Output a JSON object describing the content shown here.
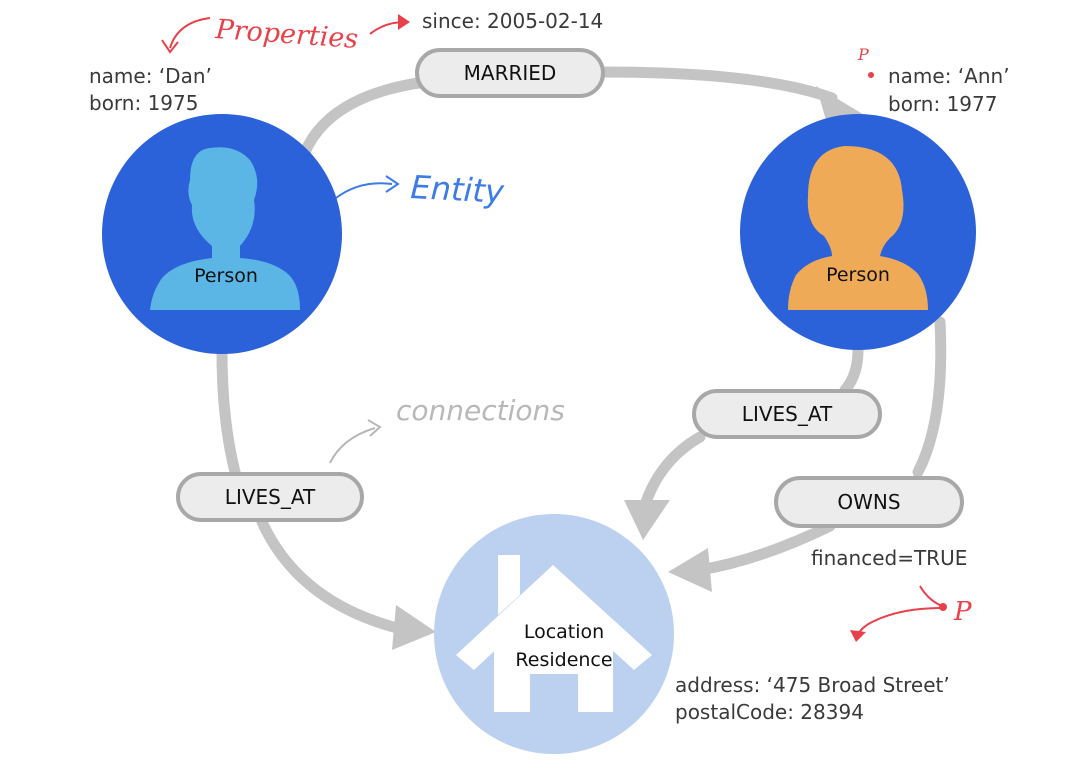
{
  "annotations": {
    "properties": "Properties",
    "entity": "Entity",
    "connections": "connections",
    "p_top": "P",
    "p_bottom": "P"
  },
  "nodes": {
    "dan": {
      "label": "Person",
      "props": [
        "name: ‘Dan’",
        "born: 1975"
      ],
      "fill": "#2c62d9",
      "figure": "#5bb6e6"
    },
    "ann": {
      "label": "Person",
      "props": [
        "name: ‘Ann’",
        "born: 1977"
      ],
      "fill": "#2c62d9",
      "figure": "#efaa57"
    },
    "residence": {
      "label_line1": "Location",
      "label_line2": "Residence",
      "props": [
        "address: ‘475 Broad Street’",
        "postalCode: 28394"
      ],
      "fill": "#bcd1ef"
    }
  },
  "edges": {
    "married": {
      "label": "MARRIED",
      "prop": "since: 2005-02-14"
    },
    "dan_lives_at": {
      "label": "LIVES_AT"
    },
    "ann_lives_at": {
      "label": "LIVES_AT"
    },
    "owns": {
      "label": "OWNS",
      "prop": "financed=TRUE"
    }
  },
  "colors": {
    "edge": "#c4c4c4",
    "pill_fill": "#ececec",
    "pill_stroke": "#a8a8a8"
  }
}
